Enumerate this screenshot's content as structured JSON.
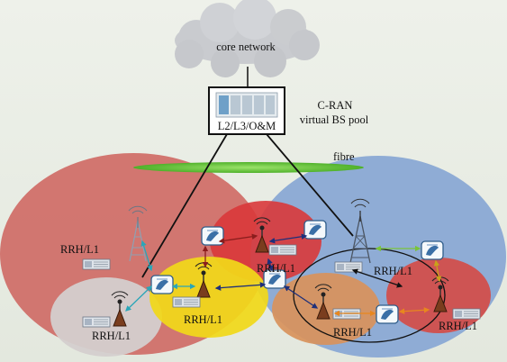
{
  "labels": {
    "core_network": "core network",
    "cran_line1": "C-RAN",
    "cran_line2": "virtual BS pool",
    "bbu": "L2/L3/O&M",
    "fibre": "fibre",
    "rrh": "RRH/L1"
  },
  "colors": {
    "background": "#e9ede4",
    "cloud": "#c9cbcf",
    "cell_red": "#cf6b66",
    "cell_red_dark": "#d9393a",
    "cell_yellow": "#f1d81a",
    "cell_blue": "#8aa9d4",
    "cell_orange": "#d8925c",
    "cell_gray": "#d4cfcd",
    "fibre": "#6fcf3f"
  }
}
